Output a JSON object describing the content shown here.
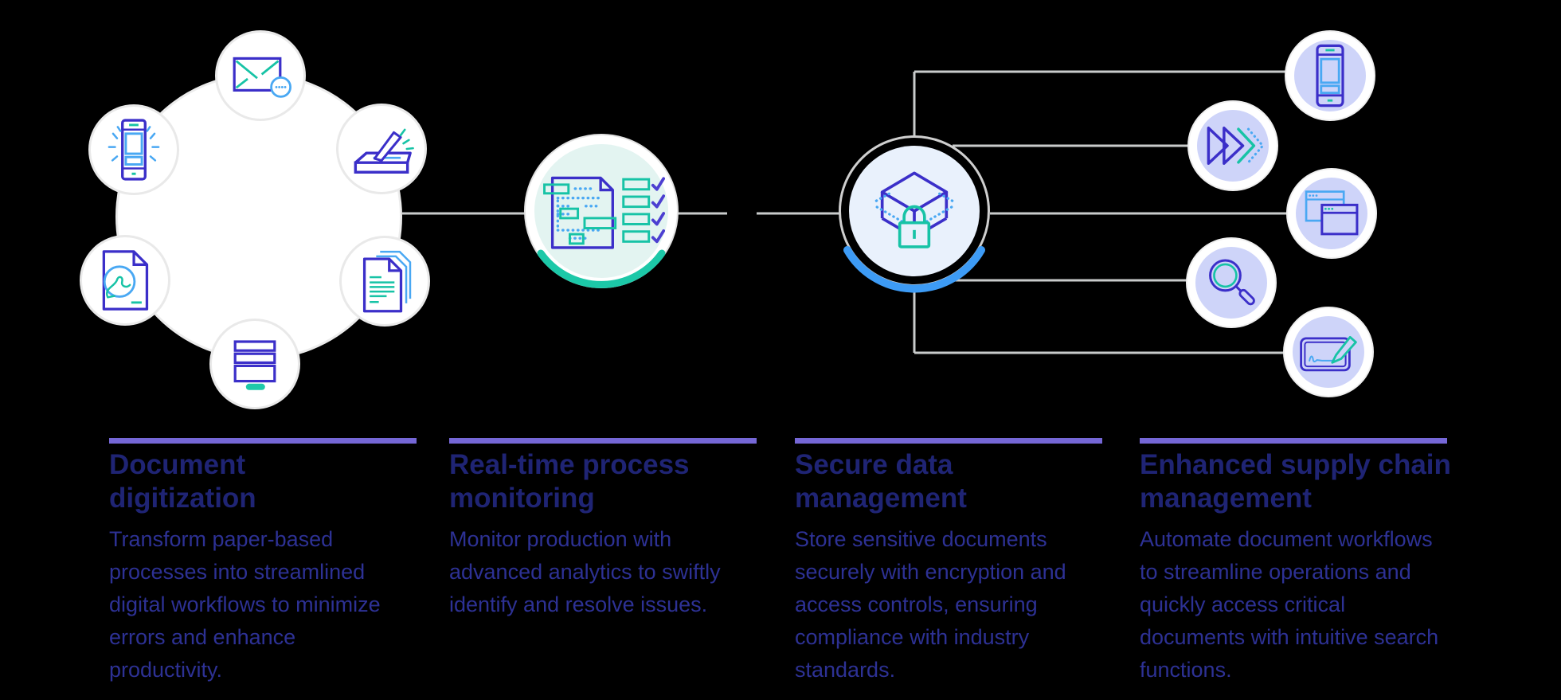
{
  "background": "#000000",
  "palette": {
    "icon_indigo": "#3b2fc9",
    "icon_blue": "#49a8f3",
    "icon_teal": "#17c3a6",
    "lavender_fill": "#ced4f9",
    "mint_fill": "#e3f4f1",
    "lightblue_fill": "#e9f1fc",
    "circle_white": "#ffffff",
    "circle_rim_gray": "#e9e9e9",
    "connector_gray": "#c9cbcb",
    "divider_purple": "#7567d6",
    "title_navy": "#1f2474",
    "body_navy": "#2d3194",
    "arc_teal": "#1cc8a8",
    "arc_blue": "#3d9bf5"
  },
  "diagram": {
    "left_cluster": {
      "satellite_icons": [
        "email-icon",
        "mobile-notification-icon",
        "scanner-icon",
        "pdf-document-icon",
        "document-stack-icon",
        "server-stack-icon"
      ]
    },
    "process_node_icon": "process-checklist-icon",
    "secure_node_icon": "secure-package-lock-icon",
    "right_cluster": {
      "satellite_icons": [
        "smartphone-icon",
        "fast-forward-icon",
        "browser-windows-icon",
        "search-icon",
        "signature-icon"
      ]
    }
  },
  "columns": [
    {
      "title": "Document\ndigitization",
      "body": "Transform paper-based\nprocesses into streamlined\ndigital workflows to minimize\nerrors and enhance\nproductivity."
    },
    {
      "title": "Real-time process\nmonitoring",
      "body": "Monitor production with\nadvanced analytics to swiftly\nidentify and resolve issues."
    },
    {
      "title": "Secure data\nmanagement",
      "body": "Store sensitive documents\nsecurely with encryption and\naccess controls, ensuring\ncompliance with industry\nstandards."
    },
    {
      "title": "Enhanced supply chain\nmanagement",
      "body": "Automate document workflows\nto streamline operations and\nquickly access critical\ndocuments with intuitive search\nfunctions."
    }
  ]
}
